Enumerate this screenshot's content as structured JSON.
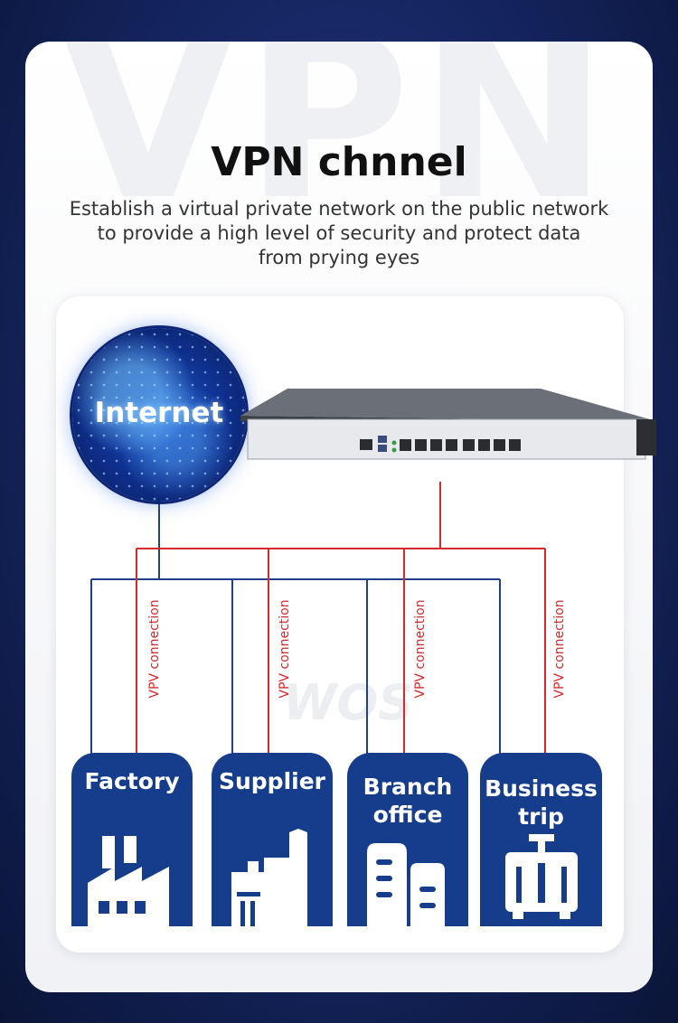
{
  "header": {
    "watermark": "VPN",
    "title": "VPN chnnel",
    "subtitle_lines": [
      "Establish a virtual private network on the public network",
      "to provide a high level of security and protect data",
      "from prying eyes"
    ]
  },
  "internet": {
    "label": "Internet"
  },
  "device": {
    "icon": "network-appliance-icon"
  },
  "connection_label": "VPV connection",
  "watermark_brand": "WOS",
  "sites": [
    {
      "label_lines": [
        "Factory"
      ],
      "icon": "factory-icon"
    },
    {
      "label_lines": [
        "Supplier"
      ],
      "icon": "building-icon"
    },
    {
      "label_lines": [
        "Branch",
        "office"
      ],
      "icon": "office-icon"
    },
    {
      "label_lines": [
        "Business",
        "trip"
      ],
      "icon": "luggage-icon"
    }
  ],
  "colors": {
    "blue_line": "#1f3f8f",
    "red_line": "#d8282a",
    "box_blue": "#163d8c",
    "background": "#14245e"
  }
}
